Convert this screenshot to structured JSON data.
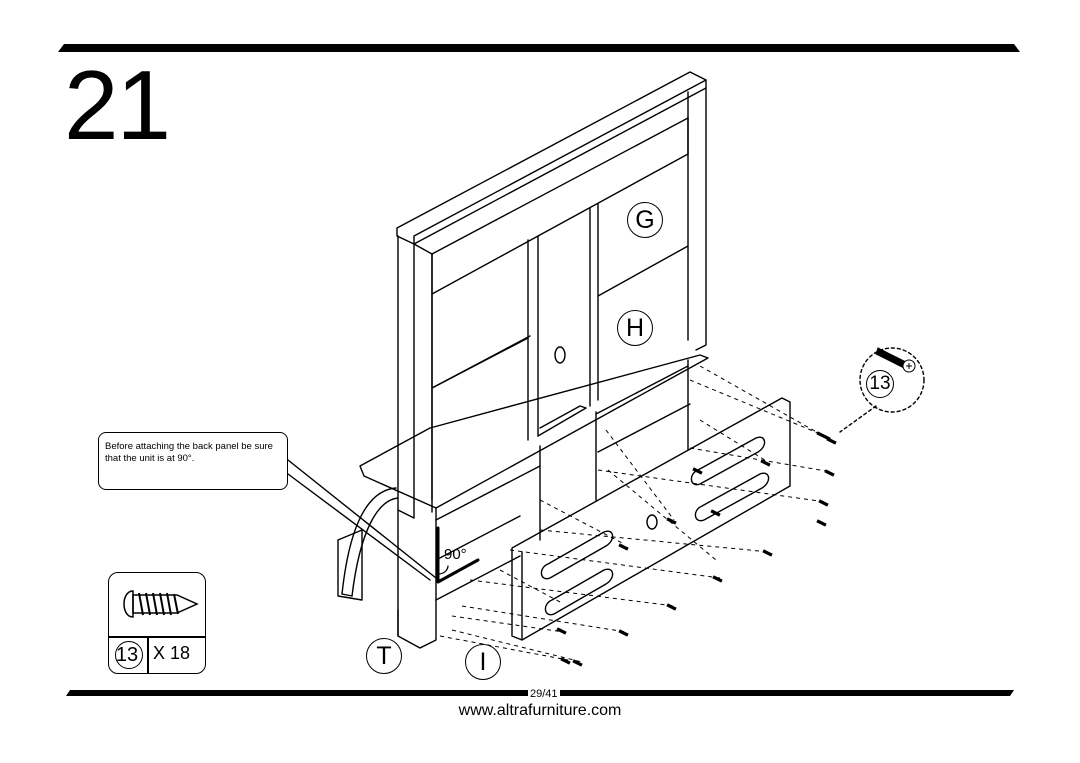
{
  "step": {
    "number": "21"
  },
  "note": {
    "text": "Before attaching the back panel be sure that the unit is at 90°."
  },
  "angle": {
    "label": "90°"
  },
  "parts": {
    "g": "G",
    "h": "H",
    "t": "T",
    "i": "I"
  },
  "hardware": {
    "callout_part": "13",
    "part": "13",
    "quantity": "X 18"
  },
  "footer": {
    "page": "29/41",
    "website": "www.altrafurniture.com"
  }
}
